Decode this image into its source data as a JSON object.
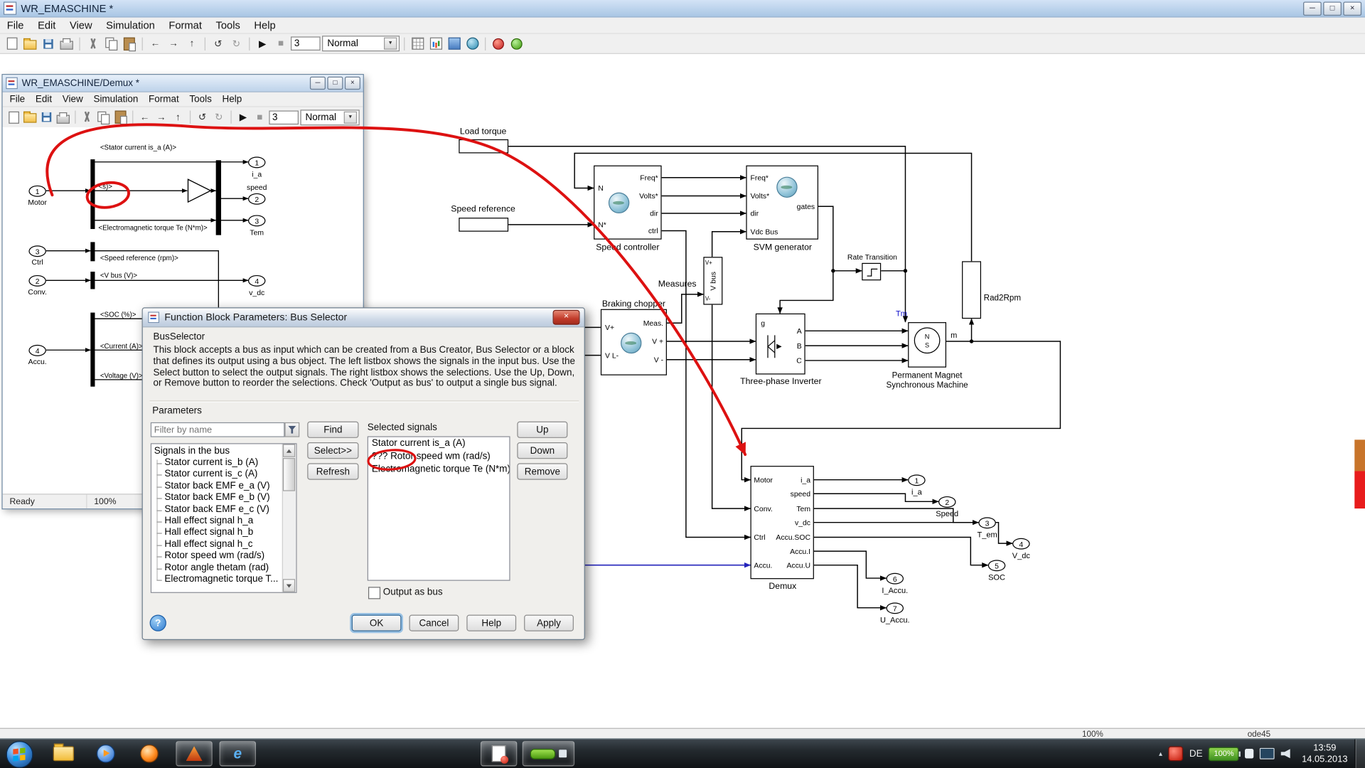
{
  "main_window": {
    "title": "WR_EMASCHINE *",
    "menu": [
      "File",
      "Edit",
      "View",
      "Simulation",
      "Format",
      "Tools",
      "Help"
    ],
    "sim_stop_time": "3",
    "sim_mode": "Normal",
    "status_zoom": "100%",
    "status_solver": "ode45"
  },
  "child_window": {
    "title": "WR_EMASCHINE/Demux *",
    "menu": [
      "File",
      "Edit",
      "View",
      "Simulation",
      "Format",
      "Tools",
      "Help"
    ],
    "sim_stop_time": "3",
    "sim_mode": "Normal",
    "status_ready": "Ready",
    "status_zoom": "100%"
  },
  "child_diagram": {
    "inports": [
      {
        "n": "1",
        "label": "Motor"
      },
      {
        "n": "3",
        "label": "Ctrl"
      },
      {
        "n": "2",
        "label": "Conv."
      },
      {
        "n": "4",
        "label": "Accu."
      }
    ],
    "outports": [
      {
        "n": "1",
        "label": "i_a"
      },
      {
        "n": "2",
        "label": "speed"
      },
      {
        "n": "3",
        "label": "Tem"
      },
      {
        "n": "4",
        "label": "v_dc"
      }
    ],
    "labels": {
      "stator_current": "<Stator current is_a (A)>",
      "rotor_speed_frag": "<s)>",
      "torque": "<Electromagnetic torque Te (N*m)>",
      "speed_ref": "<Speed reference (rpm)>",
      "v_bus": "<V bus (V)>",
      "soc": "<SOC (%)>",
      "current": "<Current (A)>",
      "voltage": "<Voltage (V)>"
    }
  },
  "dialog": {
    "title": "Function Block Parameters: Bus Selector",
    "heading": "BusSelector",
    "description": "This block accepts a bus as input which can be created from a Bus Creator, Bus Selector or a block that defines its output using a bus object. The left listbox shows the signals in the input bus. Use the Select button to select the output signals. The right listbox shows the selections. Use the Up, Down, or Remove button to reorder the selections. Check 'Output as bus' to output a single bus signal.",
    "parameters_label": "Parameters",
    "filter_placeholder": "Filter by name",
    "find": "Find",
    "select": "Select>>",
    "refresh": "Refresh",
    "up": "Up",
    "down": "Down",
    "remove": "Remove",
    "ok": "OK",
    "cancel": "Cancel",
    "help": "Help",
    "apply": "Apply",
    "signals_header": "Signals in the bus",
    "signals": [
      "Stator current is_b (A)",
      "Stator current is_c (A)",
      "Stator back EMF e_a (V)",
      "Stator back EMF e_b (V)",
      "Stator back EMF e_c (V)",
      "Hall effect signal h_a",
      "Hall effect signal h_b",
      "Hall effect signal h_c",
      "Rotor speed wm (rad/s)",
      "Rotor angle thetam (rad)",
      "Electromagnetic torque T..."
    ],
    "selected_label": "Selected signals",
    "selected": [
      "Stator current is_a (A)",
      "??? Rotor speed wm (rad/s)",
      "Electromagnetic torque Te (N*m)"
    ],
    "output_as_bus": "Output as bus"
  },
  "diagram": {
    "load_torque": "Load torque",
    "speed_reference": "Speed reference",
    "speed_controller": {
      "caption": "Speed controller",
      "in1": "N",
      "in2": "N*",
      "out1": "Freq*",
      "out2": "Volts*",
      "out3": "dir",
      "out4": "ctrl"
    },
    "svm": {
      "caption": "SVM generator",
      "in1": "Freq*",
      "in2": "Volts*",
      "in3": "dir",
      "in4": "Vdc Bus",
      "out1": "gates"
    },
    "chopper": {
      "caption": "Braking chopper",
      "in1": "V+",
      "in2": "V L-",
      "out1": "Meas.",
      "out2": "V +",
      "out3": "V -"
    },
    "measures": "Measures",
    "v_bus": {
      "caption": "V bus",
      "p1": "V+",
      "p2": "V-"
    },
    "rate_transition": {
      "caption": "Rate Transition"
    },
    "rad2rpm": {
      "caption": "Rad2Rpm"
    },
    "inverter": {
      "caption": "Three-phase Inverter",
      "g": "g",
      "a": "A",
      "b": "B",
      "c": "C"
    },
    "pmsm": {
      "caption1": "Permanent Magnet",
      "caption2": "Synchronous Machine",
      "tm": "Tm",
      "m": "m",
      "n": "N",
      "s": "S"
    },
    "demux": {
      "caption": "Demux",
      "in1": "Motor",
      "in2": "Conv.",
      "in3": "Ctrl",
      "in4": "Accu.",
      "out1": "i_a",
      "out2": "speed",
      "out3": "Tem",
      "out4": "v_dc",
      "out5": "Accu.SOC",
      "out6": "Accu.I",
      "out7": "Accu.U"
    },
    "outports": [
      {
        "n": "1",
        "label": "i_a"
      },
      {
        "n": "2",
        "label": "Speed"
      },
      {
        "n": "3",
        "label": "T_em"
      },
      {
        "n": "4",
        "label": "V_dc"
      },
      {
        "n": "5",
        "label": "SOC"
      },
      {
        "n": "6",
        "label": "I_Accu."
      },
      {
        "n": "7",
        "label": "U_Accu."
      }
    ]
  },
  "taskbar": {
    "language": "DE",
    "battery": "100%",
    "time": "13:59",
    "date": "14.05.2013"
  },
  "icons": {
    "minimize": "─",
    "maximize": "□",
    "close": "×",
    "back": "←",
    "forward": "→",
    "up_arrow": "↑",
    "undo": "↺",
    "redo": "↻",
    "run": "▶",
    "stop": "■",
    "dropdown": "▾",
    "help": "?",
    "tray_chevron": "▴",
    "ie": "e"
  },
  "colors": {
    "annotation": "#dd1111",
    "wire": "#000000",
    "bus_wire": "#2323bb"
  }
}
